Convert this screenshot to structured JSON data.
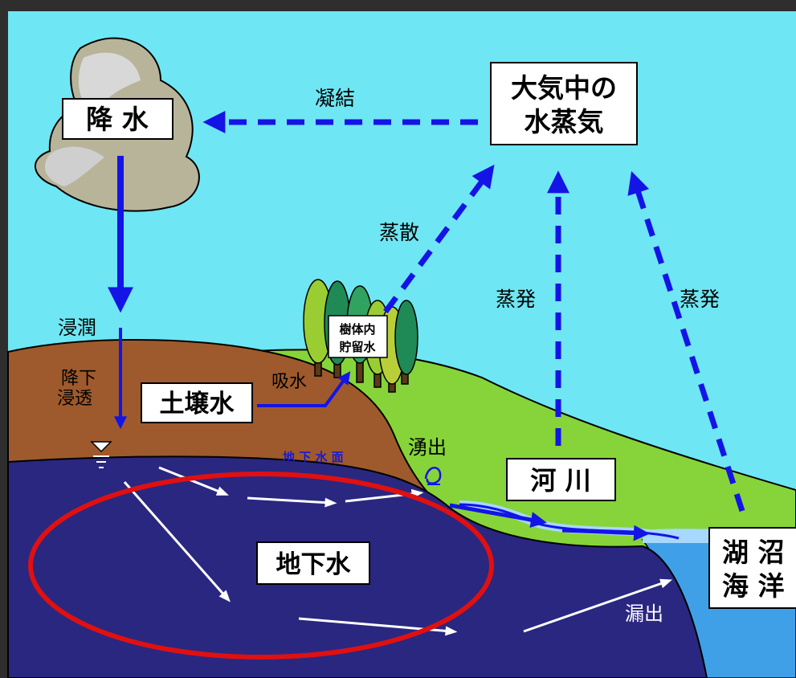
{
  "diagram": {
    "boxes": {
      "precipitation": "降 水",
      "vapor_line1": "大気中の",
      "vapor_line2": "水蒸気",
      "soil_water": "土壌水",
      "tree_storage_line1": "樹体内",
      "tree_storage_line2": "貯留水",
      "river": "河 川",
      "groundwater": "地下水",
      "lake_line1": "湖 沼",
      "lake_line2": "海 洋"
    },
    "labels": {
      "condensation": "凝結",
      "transpiration": "蒸散",
      "evaporation_center": "蒸発",
      "evaporation_right": "蒸発",
      "infiltration": "浸潤",
      "percolation_line1": "降下",
      "percolation_line2": "浸透",
      "absorption": "吸水",
      "water_table": "地 下 水 面",
      "spring": "湧出",
      "seepage": "漏出"
    },
    "colors": {
      "sky": "#6fe6f3",
      "soil": "#9e5a2c",
      "grass": "#86d43a",
      "groundwater": "#2a2780",
      "lake": "#3fa0e8",
      "arrow_blue": "#1414e6",
      "arrow_white": "#ffffff",
      "highlight_ellipse": "#e01010",
      "frame": "#2e2e2e"
    }
  }
}
